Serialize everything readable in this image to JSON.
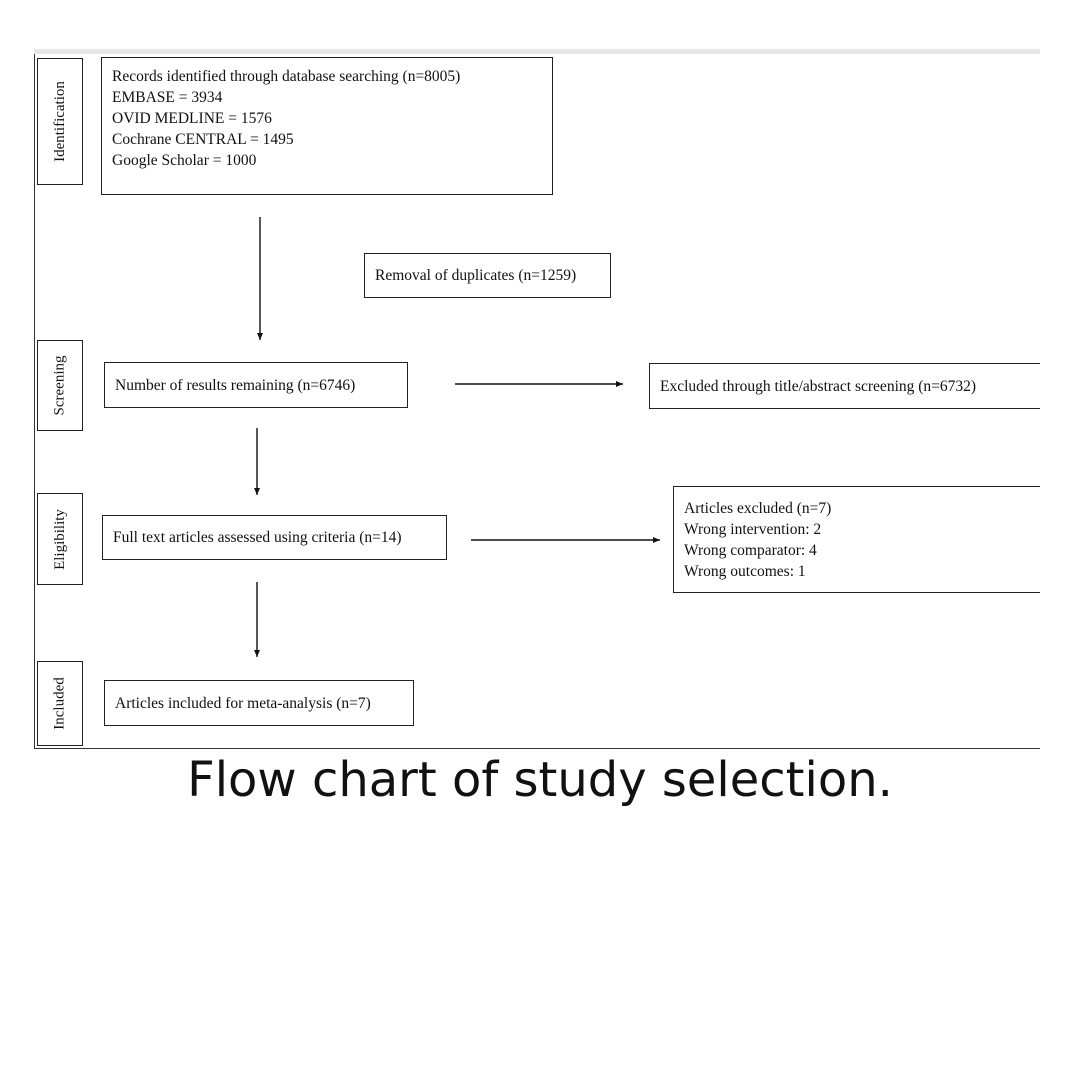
{
  "stages": {
    "identification": "Identification",
    "screening": "Screening",
    "eligibility": "Eligibility",
    "included": "Included"
  },
  "boxes": {
    "records": {
      "heading": "Records identified through database searching (n=8005)",
      "sources": [
        "EMBASE = 3934",
        "OVID MEDLINE = 1576",
        "Cochrane CENTRAL = 1495",
        "Google Scholar = 1000"
      ]
    },
    "duplicates": "Removal of duplicates (n=1259)",
    "remaining": "Number of results remaining (n=6746)",
    "excluded_screening": "Excluded through title/abstract screening (n=6732)",
    "full_text": "Full text articles assessed using criteria (n=14)",
    "excluded_articles": {
      "heading": "Articles excluded (n=7)",
      "reasons": [
        "Wrong intervention: 2",
        "Wrong comparator: 4",
        "Wrong outcomes: 1"
      ]
    },
    "included": "Articles included for meta-analysis (n=7)"
  },
  "caption": "Flow chart of study selection."
}
